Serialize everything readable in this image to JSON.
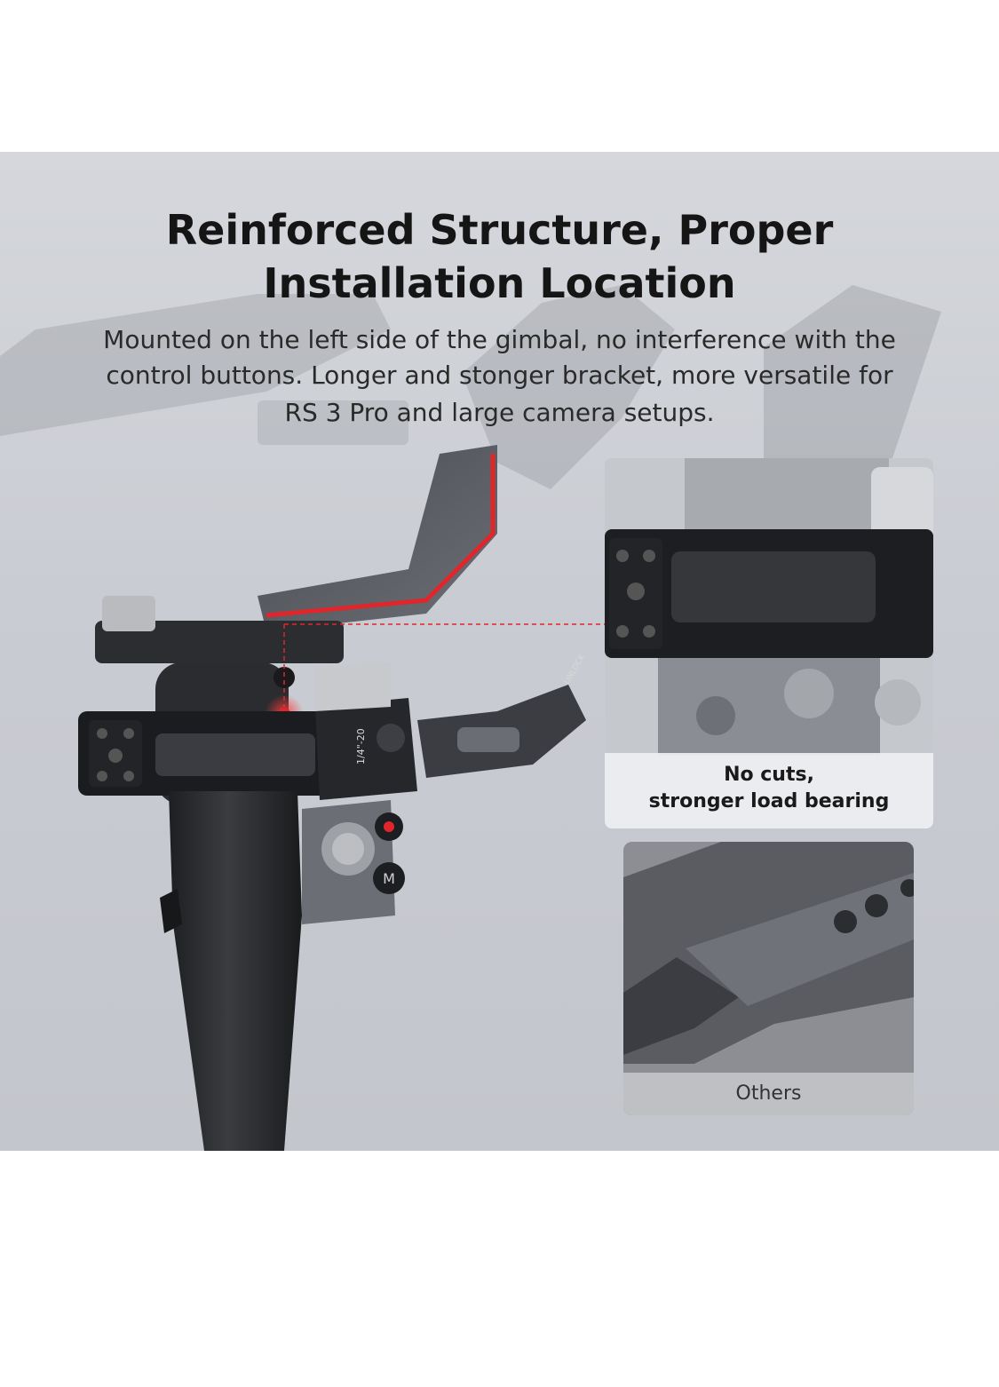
{
  "heading": {
    "line1": "Reinforced Structure, Proper",
    "line2": "Installation Location"
  },
  "description": {
    "line1": "Mounted on the left side of the gimbal, no interference with the",
    "line2": "control buttons. Longer and stonger bracket, more versatile for",
    "line3": "RS 3 Pro and large camera setups."
  },
  "inset_top": {
    "caption_line1": "No cuts,",
    "caption_line2": "stronger load bearing"
  },
  "inset_bottom": {
    "caption": "Others"
  },
  "bracket_engravings": {
    "thread_label": "1/4\"-20",
    "lock_label": "UNLOCK",
    "button_label": "M"
  },
  "colors": {
    "accent_red": "#e0262a",
    "background": "#cbced3"
  }
}
